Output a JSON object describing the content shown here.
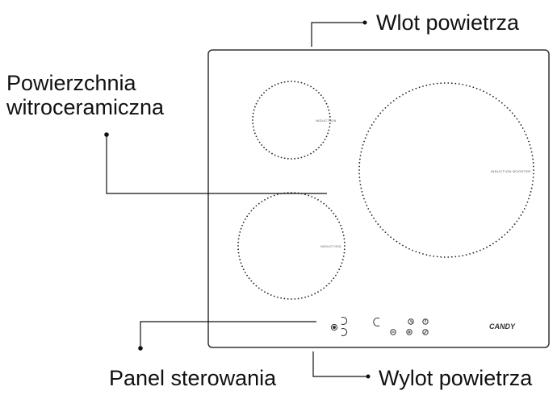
{
  "callouts": {
    "air_inlet": "Wlot powietrza",
    "surface_line1": "Powierzchnia",
    "surface_line2": "witroceramiczna",
    "control_panel": "Panel sterowania",
    "air_outlet": "Wylot powietrza"
  },
  "zones": {
    "top_left": "INDUCTION",
    "bottom_left": "INDUCTION",
    "right": "INDUCTION BOOSTER"
  },
  "brand": "CANDY",
  "colors": {
    "line": "#111111",
    "dots": "#222222",
    "outline": "#333333"
  }
}
